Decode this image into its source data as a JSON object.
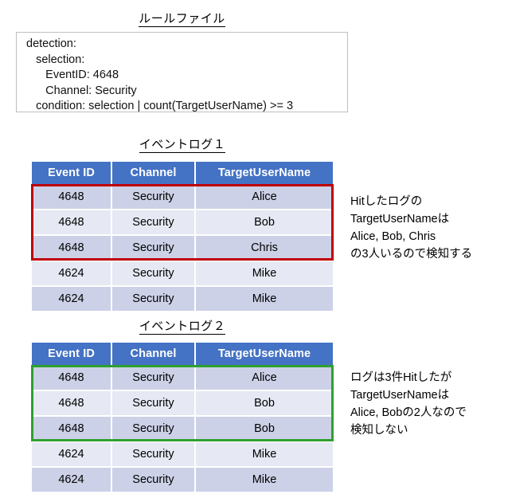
{
  "rule_section": {
    "title": "ルールファイル",
    "lines": [
      "detection:",
      "   selection:",
      "      EventID: 4648",
      "      Channel: Security",
      "   condition: selection | count(TargetUserName) >= 3"
    ],
    "line_0": "detection:",
    "line_1": "   selection:",
    "line_2": "      EventID: 4648",
    "line_3": "      Channel: Security",
    "line_4": "   condition: selection | count(TargetUserName) >= 3"
  },
  "log1": {
    "title": "イベントログ１",
    "columns": [
      "Event ID",
      "Channel",
      "TargetUserName"
    ],
    "col_0": "Event ID",
    "col_1": "Channel",
    "col_2": "TargetUserName",
    "rows": [
      {
        "event_id": "4648",
        "channel": "Security",
        "user": "Alice",
        "highlighted": true
      },
      {
        "event_id": "4648",
        "channel": "Security",
        "user": "Bob",
        "highlighted": true
      },
      {
        "event_id": "4648",
        "channel": "Security",
        "user": "Chris",
        "highlighted": true
      },
      {
        "event_id": "4624",
        "channel": "Security",
        "user": "Mike",
        "highlighted": false
      },
      {
        "event_id": "4624",
        "channel": "Security",
        "user": "Mike",
        "highlighted": false
      }
    ],
    "highlight_color": "#c00000",
    "annotation": "Hitしたログの\nTargetUserNameは\nAlice, Bob, Chris\nの3人いるので検知する"
  },
  "log2": {
    "title": "イベントログ２",
    "columns": [
      "Event ID",
      "Channel",
      "TargetUserName"
    ],
    "col_0": "Event ID",
    "col_1": "Channel",
    "col_2": "TargetUserName",
    "rows": [
      {
        "event_id": "4648",
        "channel": "Security",
        "user": "Alice",
        "highlighted": true
      },
      {
        "event_id": "4648",
        "channel": "Security",
        "user": "Bob",
        "highlighted": true
      },
      {
        "event_id": "4648",
        "channel": "Security",
        "user": "Bob",
        "highlighted": true
      },
      {
        "event_id": "4624",
        "channel": "Security",
        "user": "Mike",
        "highlighted": false
      },
      {
        "event_id": "4624",
        "channel": "Security",
        "user": "Mike",
        "highlighted": false
      }
    ],
    "highlight_color": "#2fa02f",
    "annotation": "ログは3件Hitしたが\nTargetUserNameは\nAlice, Bobの2人なので\n検知しない"
  },
  "theme": {
    "header_blue": "#4472c4",
    "row_odd": "#ccd1e7",
    "row_even": "#e6e9f3",
    "box_border": "#bfbfbf"
  }
}
